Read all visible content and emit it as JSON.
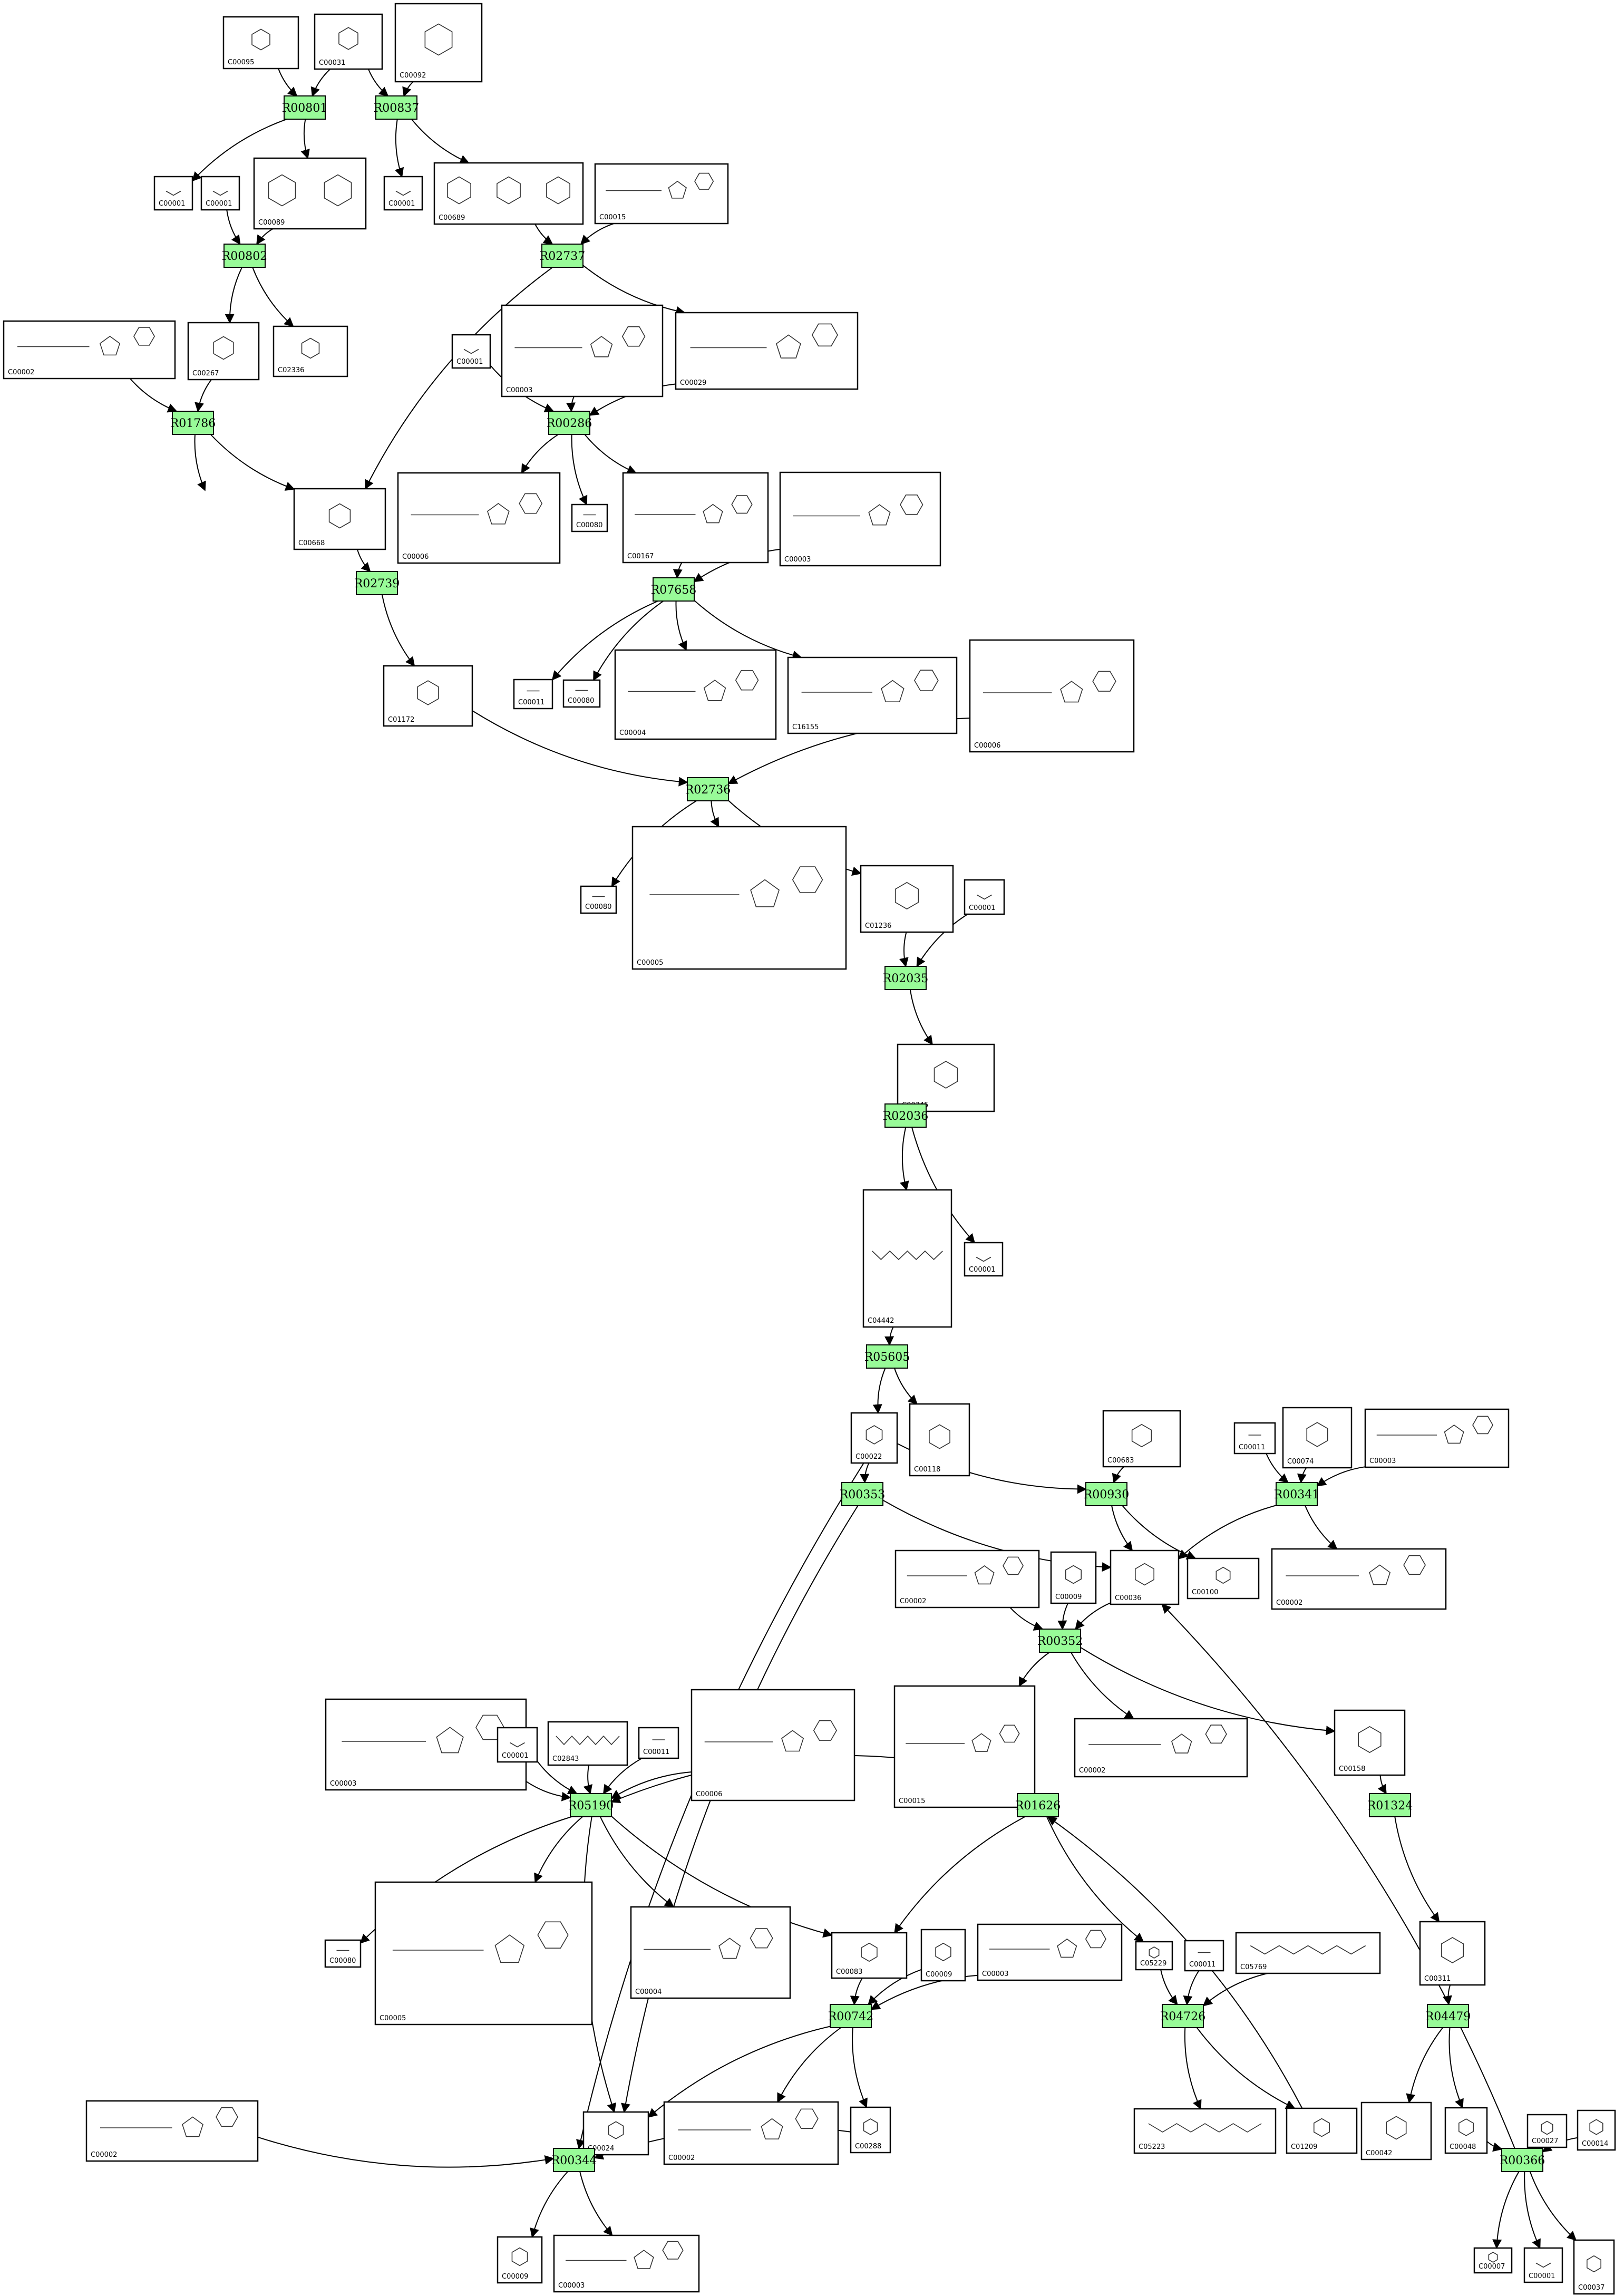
{
  "colors": {
    "reaction_fill": "#98fb98",
    "stroke": "#000000",
    "background": "#ffffff"
  },
  "compounds": [
    {
      "key": "C00095_a",
      "label": "C00095"
    },
    {
      "key": "C00031_a",
      "label": "C00031"
    },
    {
      "key": "C00092_a",
      "label": "C00092"
    },
    {
      "key": "C00001_a",
      "label": "C00001"
    },
    {
      "key": "C00001_b",
      "label": "C00001"
    },
    {
      "key": "C00089_a",
      "label": "C00089"
    },
    {
      "key": "C00001_c",
      "label": "C00001"
    },
    {
      "key": "C00689_a",
      "label": "C00689"
    },
    {
      "key": "C00015_a",
      "label": "C00015"
    },
    {
      "key": "C00002_a",
      "label": "C00002"
    },
    {
      "key": "C00267_a",
      "label": "C00267"
    },
    {
      "key": "C02336_a",
      "label": "C02336"
    },
    {
      "key": "C00001_d",
      "label": "C00001"
    },
    {
      "key": "C00003_a",
      "label": "C00003"
    },
    {
      "key": "C00029_a",
      "label": "C00029"
    },
    {
      "key": "C00005_a",
      "label": "C00005"
    },
    {
      "key": "C00668_a",
      "label": "C00668"
    },
    {
      "key": "C00006_a",
      "label": "C00006"
    },
    {
      "key": "C00080_a",
      "label": "C00080"
    },
    {
      "key": "C00167_a",
      "label": "C00167"
    },
    {
      "key": "C00003_b",
      "label": "C00003"
    },
    {
      "key": "C01172_a",
      "label": "C01172"
    },
    {
      "key": "C00011_a",
      "label": "C00011"
    },
    {
      "key": "C00080_b",
      "label": "C00080"
    },
    {
      "key": "C00004_a",
      "label": "C00004"
    },
    {
      "key": "C16155_a",
      "label": "C16155"
    },
    {
      "key": "C00006_b",
      "label": "C00006"
    },
    {
      "key": "C00080_c",
      "label": "C00080"
    },
    {
      "key": "C00005_b",
      "label": "C00005"
    },
    {
      "key": "C01236_a",
      "label": "C01236"
    },
    {
      "key": "C00001_e",
      "label": "C00001"
    },
    {
      "key": "C00345_a",
      "label": "C00345"
    },
    {
      "key": "C00001_f",
      "label": "C00001"
    },
    {
      "key": "C04442_a",
      "label": "C04442"
    },
    {
      "key": "C00022_a",
      "label": "C00022"
    },
    {
      "key": "C00118_a",
      "label": "C00118"
    },
    {
      "key": "C00683_a",
      "label": "C00683"
    },
    {
      "key": "C00011_b",
      "label": "C00011"
    },
    {
      "key": "C00074_a",
      "label": "C00074"
    },
    {
      "key": "C00003_c",
      "label": "C00003"
    },
    {
      "key": "C00002_b",
      "label": "C00002"
    },
    {
      "key": "C00009_a",
      "label": "C00009"
    },
    {
      "key": "C00036_a",
      "label": "C00036"
    },
    {
      "key": "C00100_a",
      "label": "C00100"
    },
    {
      "key": "C00002_c",
      "label": "C00002"
    },
    {
      "key": "C00003_d",
      "label": "C00003"
    },
    {
      "key": "C00001_g",
      "label": "C00001"
    },
    {
      "key": "C02843_a",
      "label": "C02843"
    },
    {
      "key": "C00011_c",
      "label": "C00011"
    },
    {
      "key": "C00006_c",
      "label": "C00006"
    },
    {
      "key": "C00015_b",
      "label": "C00015"
    },
    {
      "key": "C00002_d",
      "label": "C00002"
    },
    {
      "key": "C00158_a",
      "label": "C00158"
    },
    {
      "key": "C00080_d",
      "label": "C00080"
    },
    {
      "key": "C00005_c",
      "label": "C00005"
    },
    {
      "key": "C00004_b",
      "label": "C00004"
    },
    {
      "key": "C00083_a",
      "label": "C00083"
    },
    {
      "key": "C00009_b",
      "label": "C00009"
    },
    {
      "key": "C00003_e",
      "label": "C00003"
    },
    {
      "key": "C05229_a",
      "label": "C05229"
    },
    {
      "key": "C00011_d",
      "label": "C00011"
    },
    {
      "key": "C05769_a",
      "label": "C05769"
    },
    {
      "key": "C00311_a",
      "label": "C00311"
    },
    {
      "key": "C00024_a",
      "label": "C00024"
    },
    {
      "key": "C00002_e",
      "label": "C00002"
    },
    {
      "key": "C00288_a",
      "label": "C00288"
    },
    {
      "key": "C05223_a",
      "label": "C05223"
    },
    {
      "key": "C01209_a",
      "label": "C01209"
    },
    {
      "key": "C00042_a",
      "label": "C00042"
    },
    {
      "key": "C00048_a",
      "label": "C00048"
    },
    {
      "key": "C00027_a",
      "label": "C00027"
    },
    {
      "key": "C00014_a",
      "label": "C00014"
    },
    {
      "key": "C00002_f",
      "label": "C00002"
    },
    {
      "key": "C00009_c",
      "label": "C00009"
    },
    {
      "key": "C00003_f",
      "label": "C00003"
    },
    {
      "key": "C00007_a",
      "label": "C00007"
    },
    {
      "key": "C00001_h",
      "label": "C00001"
    },
    {
      "key": "C00037_a",
      "label": "C00037"
    }
  ],
  "reactions": [
    {
      "key": "R00801",
      "label": "R00801"
    },
    {
      "key": "R00837",
      "label": "R00837"
    },
    {
      "key": "R00802",
      "label": "R00802"
    },
    {
      "key": "R02737",
      "label": "R02737"
    },
    {
      "key": "R01786",
      "label": "R01786"
    },
    {
      "key": "R00286",
      "label": "R00286"
    },
    {
      "key": "R02739",
      "label": "R02739"
    },
    {
      "key": "R07658",
      "label": "R07658"
    },
    {
      "key": "R02736",
      "label": "R02736"
    },
    {
      "key": "R02035",
      "label": "R02035"
    },
    {
      "key": "R02036",
      "label": "R02036"
    },
    {
      "key": "R05605",
      "label": "R05605"
    },
    {
      "key": "R00353",
      "label": "R00353"
    },
    {
      "key": "R00930",
      "label": "R00930"
    },
    {
      "key": "R00341",
      "label": "R00341"
    },
    {
      "key": "R00352",
      "label": "R00352"
    },
    {
      "key": "R05190",
      "label": "R05190"
    },
    {
      "key": "R01626",
      "label": "R01626"
    },
    {
      "key": "R01324",
      "label": "R01324"
    },
    {
      "key": "R00742",
      "label": "R00742"
    },
    {
      "key": "R04726",
      "label": "R04726"
    },
    {
      "key": "R04479",
      "label": "R04479"
    },
    {
      "key": "R00344",
      "label": "R00344"
    },
    {
      "key": "R00366",
      "label": "R00366"
    }
  ],
  "edges": [
    [
      "C00095_a",
      "R00801"
    ],
    [
      "C00031_a",
      "R00801"
    ],
    [
      "C00031_a",
      "R00837"
    ],
    [
      "C00092_a",
      "R00837"
    ],
    [
      "R00801",
      "C00001_a"
    ],
    [
      "R00801",
      "C00089_a"
    ],
    [
      "R00837",
      "C00001_c"
    ],
    [
      "R00837",
      "C00689_a"
    ],
    [
      "C00089_a",
      "R00802"
    ],
    [
      "C00001_b",
      "R00802"
    ],
    [
      "R00802",
      "C00267_a"
    ],
    [
      "R00802",
      "C02336_a"
    ],
    [
      "C00689_a",
      "R02737"
    ],
    [
      "C00015_a",
      "R02737"
    ],
    [
      "R02737",
      "C00668_a"
    ],
    [
      "R02737",
      "C00029_a"
    ],
    [
      "C00002_a",
      "R01786"
    ],
    [
      "C00267_a",
      "R01786"
    ],
    [
      "R01786",
      "C00008_x"
    ],
    [
      "R01786",
      "C00668_a"
    ],
    [
      "C00001_d",
      "R00286"
    ],
    [
      "C00003_a",
      "R00286"
    ],
    [
      "C00029_a",
      "R00286"
    ],
    [
      "R00286",
      "C00006_a"
    ],
    [
      "R00286",
      "C00080_a"
    ],
    [
      "R00286",
      "C00167_a"
    ],
    [
      "C00668_a",
      "R02739"
    ],
    [
      "R02739",
      "C01172_a"
    ],
    [
      "C00167_a",
      "R07658"
    ],
    [
      "C00003_b",
      "R07658"
    ],
    [
      "R07658",
      "C00011_a"
    ],
    [
      "R07658",
      "C00080_b"
    ],
    [
      "R07658",
      "C00004_a"
    ],
    [
      "R07658",
      "C16155_a"
    ],
    [
      "C01172_a",
      "R02736"
    ],
    [
      "C00006_b",
      "R02736"
    ],
    [
      "R02736",
      "C00080_c"
    ],
    [
      "R02736",
      "C00005_b"
    ],
    [
      "R02736",
      "C01236_a"
    ],
    [
      "C01236_a",
      "R02035"
    ],
    [
      "C00001_e",
      "R02035"
    ],
    [
      "R02035",
      "C00345_a"
    ],
    [
      "C00345_a",
      "R02036"
    ],
    [
      "R02036",
      "C04442_a"
    ],
    [
      "R02036",
      "C00001_f"
    ],
    [
      "C04442_a",
      "R05605"
    ],
    [
      "R05605",
      "C00022_a"
    ],
    [
      "R05605",
      "C00118_a"
    ],
    [
      "C00022_a",
      "R00353"
    ],
    [
      "C00022_a",
      "R00930"
    ],
    [
      "C00022_a",
      "R00344"
    ],
    [
      "C00683_a",
      "R00930"
    ],
    [
      "R00930",
      "C00036_a"
    ],
    [
      "R00930",
      "C00100_a"
    ],
    [
      "C00011_b",
      "R00341"
    ],
    [
      "C00074_a",
      "R00341"
    ],
    [
      "C00003_c",
      "R00341"
    ],
    [
      "R00341",
      "C00036_a"
    ],
    [
      "R00341",
      "C00002_b"
    ],
    [
      "R00353",
      "C00036_a"
    ],
    [
      "R00353",
      "C00024_a"
    ],
    [
      "C00002_c",
      "R00352"
    ],
    [
      "C00009_a",
      "R00352"
    ],
    [
      "C00036_a",
      "R00352"
    ],
    [
      "R00352",
      "C00015_b"
    ],
    [
      "R00352",
      "C00002_d"
    ],
    [
      "R00352",
      "C00158_a"
    ],
    [
      "C00003_d",
      "R05190"
    ],
    [
      "C00001_g",
      "R05190"
    ],
    [
      "C02843_a",
      "R05190"
    ],
    [
      "C00011_c",
      "R05190"
    ],
    [
      "C00006_c",
      "R05190"
    ],
    [
      "C00015_b",
      "R05190"
    ],
    [
      "R05190",
      "C00080_d"
    ],
    [
      "R05190",
      "C00005_c"
    ],
    [
      "R05190",
      "C00004_b"
    ],
    [
      "R05190",
      "C00083_a"
    ],
    [
      "R05190",
      "C00024_a"
    ],
    [
      "C00015_b",
      "R01626"
    ],
    [
      "R01626",
      "C00083_a"
    ],
    [
      "R01626",
      "C05229_a"
    ],
    [
      "C00158_a",
      "R01324"
    ],
    [
      "R01324",
      "C00311_a"
    ],
    [
      "C00083_a",
      "R00742"
    ],
    [
      "C00009_b",
      "R00742"
    ],
    [
      "C00003_e",
      "R00742"
    ],
    [
      "R00742",
      "C00024_a"
    ],
    [
      "R00742",
      "C00002_e"
    ],
    [
      "R00742",
      "C00288_a"
    ],
    [
      "C05229_a",
      "R04726"
    ],
    [
      "C00011_d",
      "R04726"
    ],
    [
      "C05769_a",
      "R04726"
    ],
    [
      "R04726",
      "C05223_a"
    ],
    [
      "R04726",
      "C01209_a"
    ],
    [
      "C01209_a",
      "R01626"
    ],
    [
      "C00311_a",
      "R04479"
    ],
    [
      "R04479",
      "C00042_a"
    ],
    [
      "R04479",
      "C00048_a"
    ],
    [
      "C00002_f",
      "R00344"
    ],
    [
      "C00288_a",
      "R00344"
    ],
    [
      "R00344",
      "C00009_c"
    ],
    [
      "R00344",
      "C00003_f"
    ],
    [
      "C00048_a",
      "R00366"
    ],
    [
      "C00027_a",
      "R00366"
    ],
    [
      "C00014_a",
      "R00366"
    ],
    [
      "R00366",
      "C00007_a"
    ],
    [
      "R00366",
      "C00001_h"
    ],
    [
      "R00366",
      "C00037_a"
    ],
    [
      "R00366",
      "C00036_a"
    ]
  ]
}
